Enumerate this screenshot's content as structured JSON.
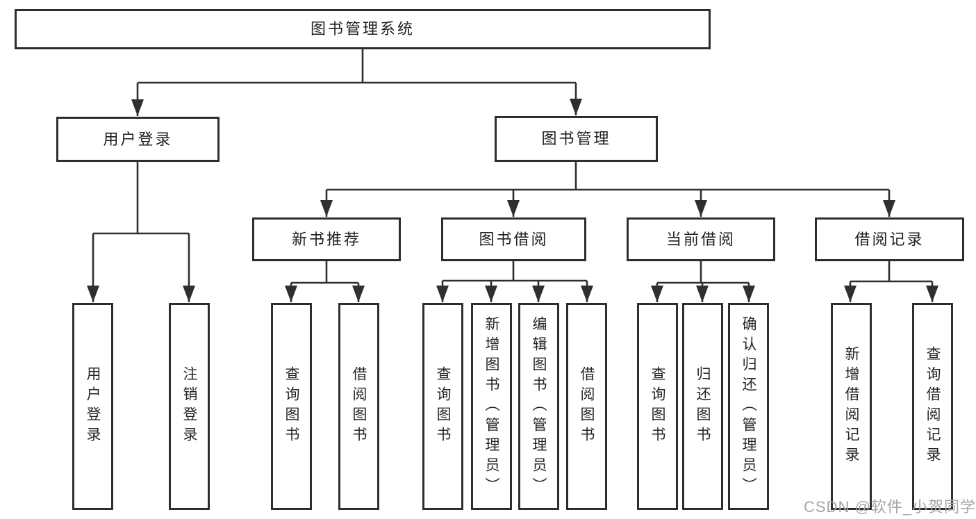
{
  "tree": {
    "root": "图书管理系统",
    "login_branch": {
      "label": "用户登录",
      "children": [
        "用户登录",
        "注销登录"
      ]
    },
    "management_branch": {
      "label": "图书管理",
      "groups": [
        {
          "label": "新书推荐",
          "children": [
            "查询图书",
            "借阅图书"
          ]
        },
        {
          "label": "图书借阅",
          "children": [
            "查询图书",
            "新增图书（管理员）",
            "编辑图书（管理员）",
            "借阅图书"
          ]
        },
        {
          "label": "当前借阅",
          "children": [
            "查询图书",
            "归还图书",
            "确认归还（管理员）"
          ]
        },
        {
          "label": "借阅记录",
          "children": [
            "新增借阅记录",
            "查询借阅记录"
          ]
        }
      ]
    }
  },
  "watermark": "CSDN @软件_小贺同学",
  "colors": {
    "line": "#2f2f2f",
    "box_border": "#2e2e2e",
    "box_fill": "#ffffff",
    "text": "#1f1f1f",
    "watermark": "#a6a6a6",
    "background": "#ffffff"
  }
}
